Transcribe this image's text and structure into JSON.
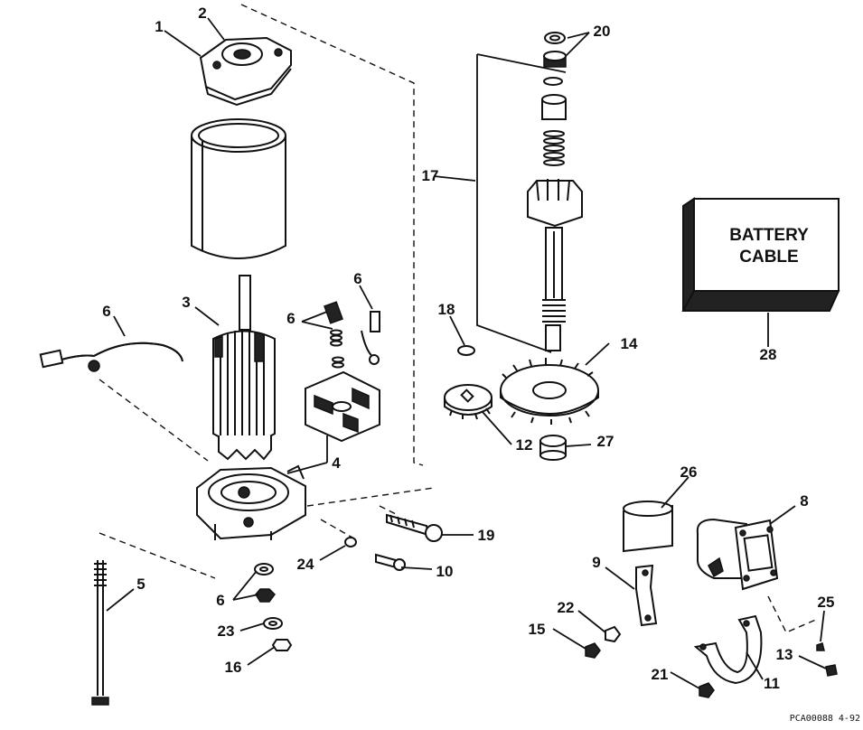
{
  "callouts": {
    "c1": "1",
    "c2": "2",
    "c3": "3",
    "c4": "4",
    "c5": "5",
    "c6a": "6",
    "c6b": "6",
    "c6c": "6",
    "c6d": "6",
    "c8": "8",
    "c9": "9",
    "c10": "10",
    "c11": "11",
    "c12": "12",
    "c13": "13",
    "c14": "14",
    "c15": "15",
    "c16": "16",
    "c17": "17",
    "c18": "18",
    "c19": "19",
    "c20": "20",
    "c21": "21",
    "c22": "22",
    "c23": "23",
    "c24": "24",
    "c25": "25",
    "c26": "26",
    "c27": "27",
    "c28": "28"
  },
  "battery_cable_box": {
    "line1": "BATTERY",
    "line2": "CABLE"
  },
  "footer_code": "PCA00088  4-92"
}
